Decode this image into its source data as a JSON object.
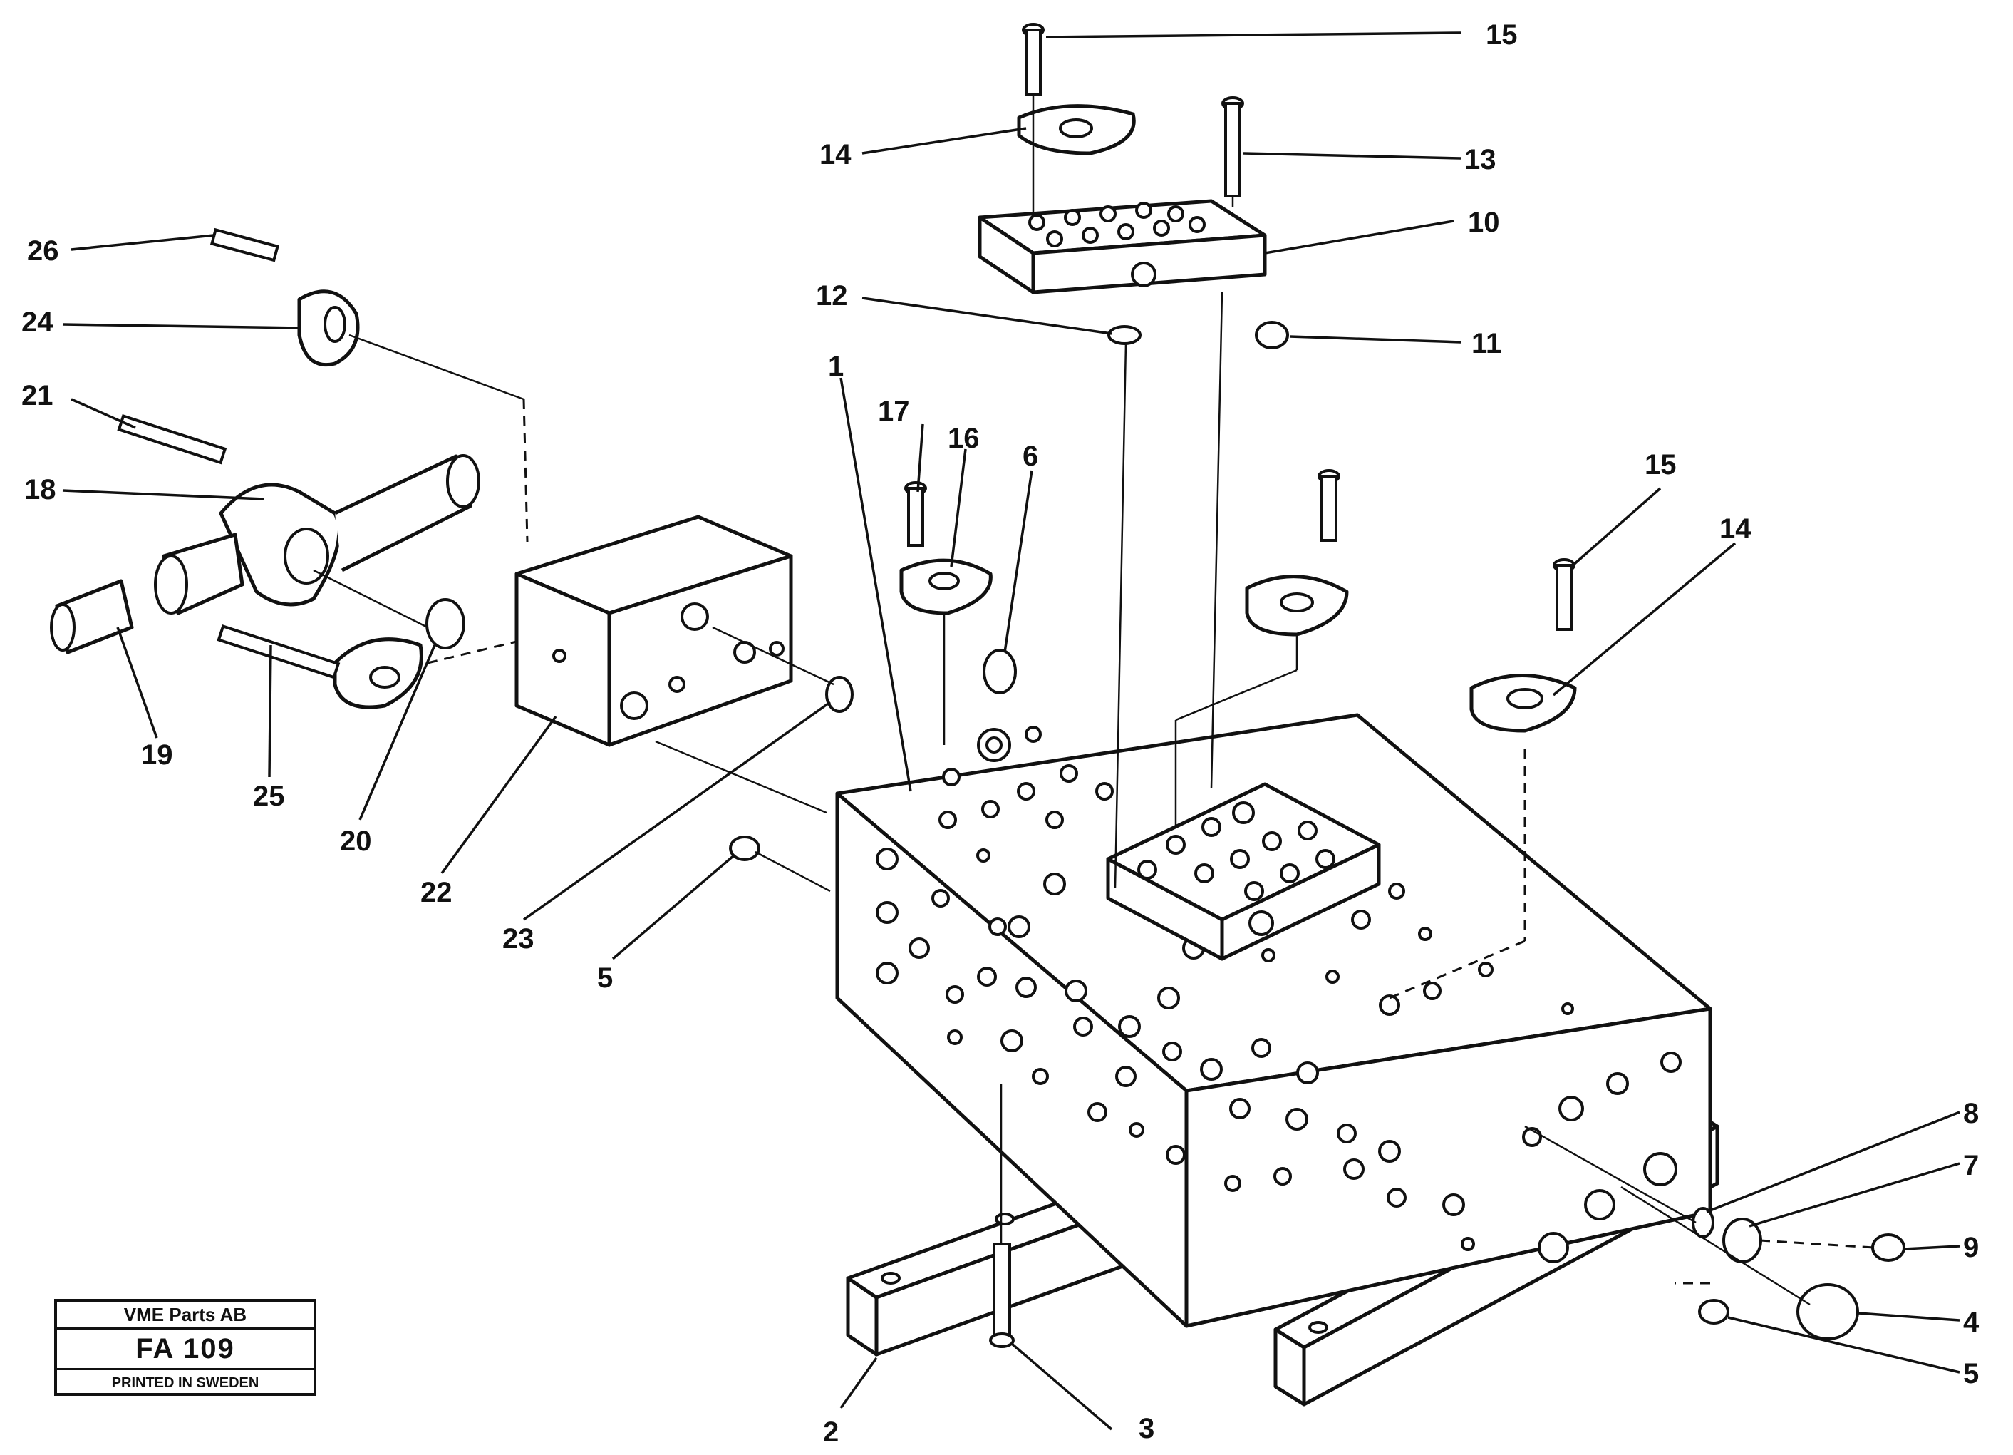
{
  "diagram": {
    "callouts": [
      "1",
      "2",
      "3",
      "4",
      "5",
      "6",
      "7",
      "8",
      "9",
      "10",
      "11",
      "12",
      "13",
      "14",
      "15",
      "16",
      "17",
      "18",
      "19",
      "20",
      "21",
      "22",
      "23",
      "24",
      "25",
      "26"
    ],
    "callout_repeats": {
      "5b": "5",
      "14b": "14",
      "15b": "15"
    }
  },
  "title_block": {
    "company": "VME Parts AB",
    "code": "FA 109",
    "printed": "PRINTED IN SWEDEN"
  }
}
